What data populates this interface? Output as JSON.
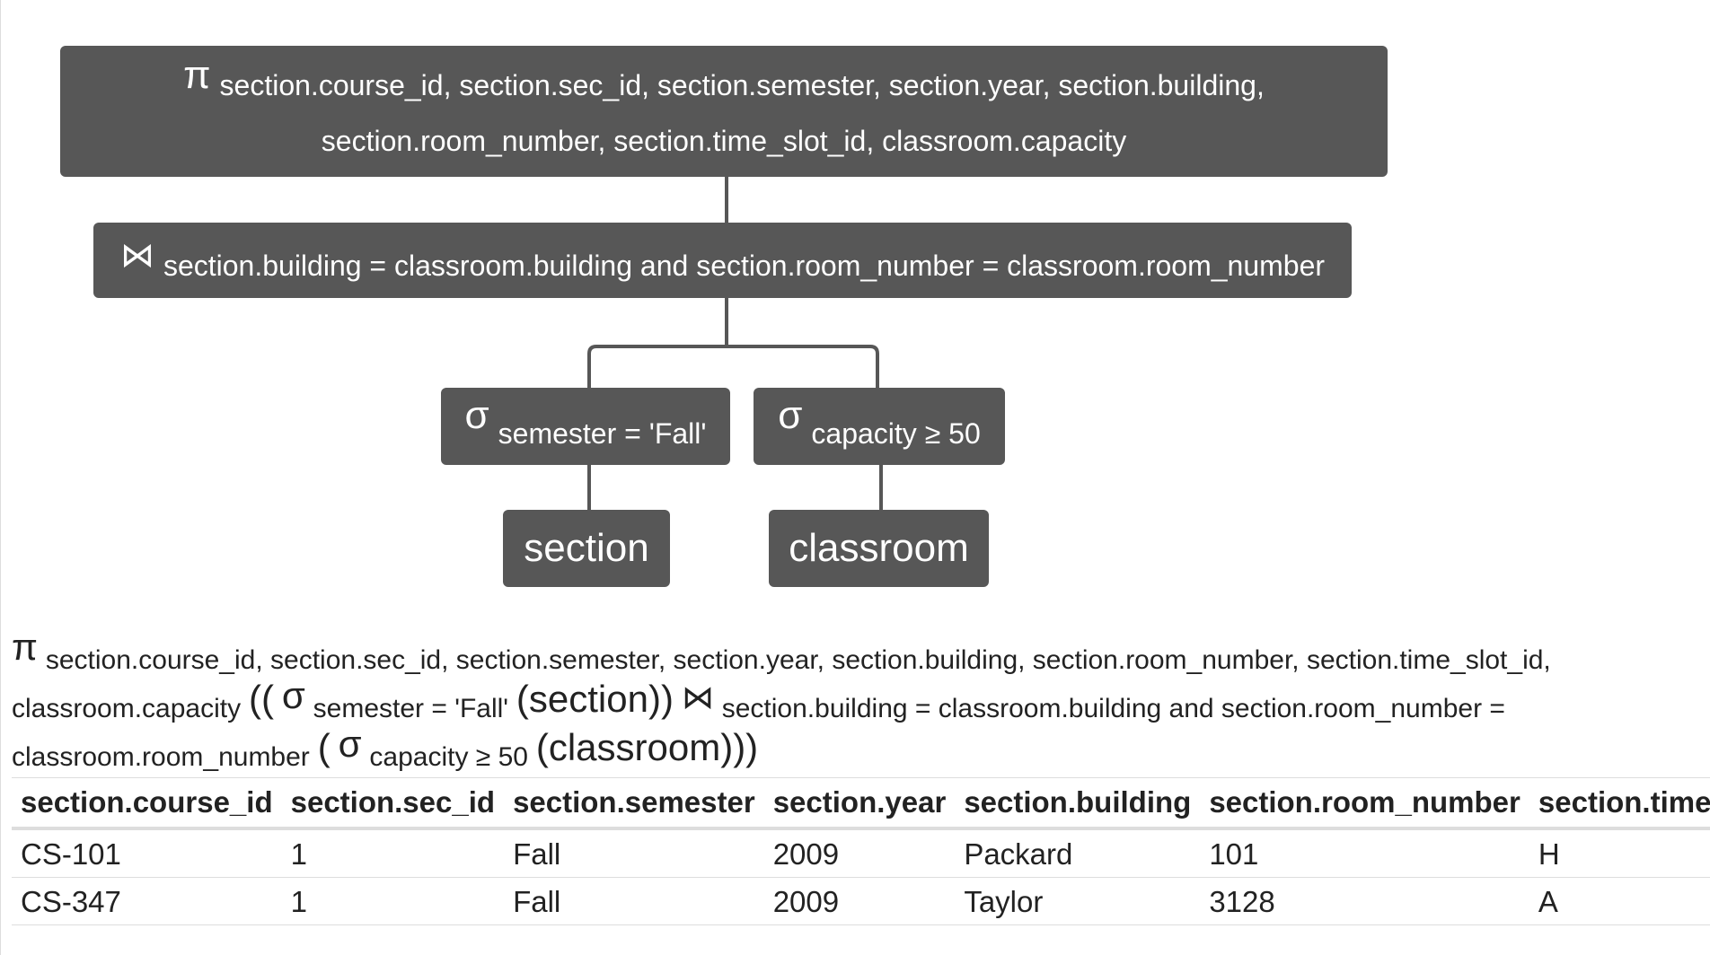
{
  "tree": {
    "projection": {
      "symbol": "π",
      "line1": "section.course_id, section.sec_id, section.semester, section.year, section.building,",
      "line2": "section.room_number, section.time_slot_id, classroom.capacity"
    },
    "join": {
      "symbol": "⋈",
      "condition": "section.building = classroom.building and section.room_number = classroom.room_number"
    },
    "select_semester": {
      "symbol": "σ",
      "condition": "semester = 'Fall'"
    },
    "select_capacity": {
      "symbol": "σ",
      "condition": "capacity ≥ 50"
    },
    "table_section": "section",
    "table_classroom": "classroom"
  },
  "expression": {
    "pi": "π",
    "proj_attrs": "section.course_id, section.sec_id, section.semester, section.year, section.building, section.room_number, section.time_slot_id, classroom.capacity",
    "open_paren_outer": "((",
    "sigma1": "σ",
    "sel1_cond": "semester = 'Fall'",
    "rel1": "(section))",
    "join": "⋈",
    "join_cond": "section.building = classroom.building and section.room_number = classroom.room_number",
    "open_paren_inner": "(",
    "sigma2": "σ",
    "sel2_cond": "capacity ≥ 50",
    "rel2": "(classroom)))"
  },
  "results": {
    "columns": [
      "section.course_id",
      "section.sec_id",
      "section.semester",
      "section.year",
      "section.building",
      "section.room_number",
      "section.time_slot_id"
    ],
    "rows": [
      [
        "CS-101",
        "1",
        "Fall",
        "2009",
        "Packard",
        "101",
        "H"
      ],
      [
        "CS-347",
        "1",
        "Fall",
        "2009",
        "Taylor",
        "3128",
        "A"
      ]
    ]
  }
}
